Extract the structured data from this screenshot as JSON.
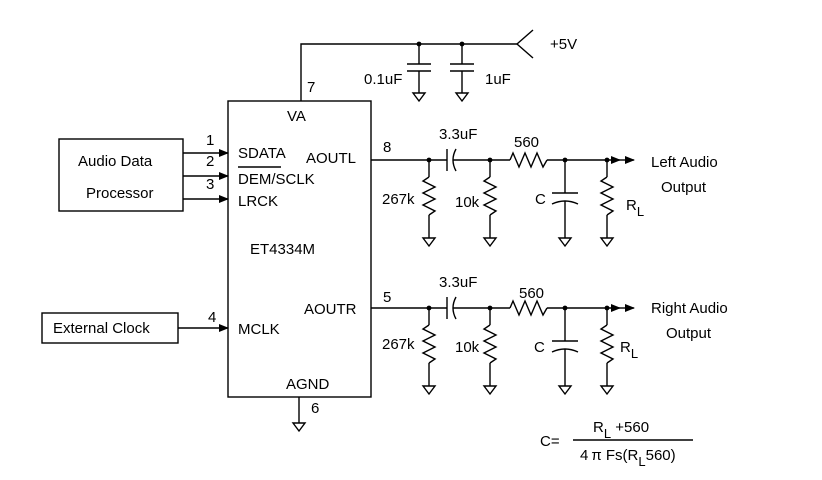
{
  "chip": {
    "name": "ET4334M",
    "pins": {
      "va": "VA",
      "sdata": "SDATA",
      "dem_sclk": "DEM/SCLK",
      "lrck": "LRCK",
      "mclk": "MCLK",
      "aoutl": "AOUTL",
      "aoutr": "AOUTR",
      "agnd": "AGND"
    },
    "pin_numbers": {
      "va": "7",
      "sdata": "1",
      "dem_sclk": "2",
      "lrck": "3",
      "mclk": "4",
      "aoutl": "8",
      "aoutr": "5",
      "agnd": "6"
    }
  },
  "blocks": {
    "audio_processor_line1": "Audio Data",
    "audio_processor_line2": "Processor",
    "external_clock": "External Clock"
  },
  "supply": {
    "label": "+5V",
    "cap1": "0.1uF",
    "cap2": "1uF"
  },
  "left_channel": {
    "coupling_cap": "3.3uF",
    "series_res": "560",
    "shunt_res1": "267k",
    "shunt_res2": "10k",
    "filter_cap": "C",
    "load_R": "R",
    "load_sub": "L",
    "output_line1": "Left Audio",
    "output_line2": "Output"
  },
  "right_channel": {
    "coupling_cap": "3.3uF",
    "series_res": "560",
    "shunt_res1": "267k",
    "shunt_res2": "10k",
    "filter_cap": "C",
    "load_R": "R",
    "load_sub": "L",
    "output_line1": "Right Audio",
    "output_line2": "Output"
  },
  "formula": {
    "lhs": "C=",
    "num_R": "R",
    "num_sub": "L",
    "num_rest": " +560",
    "den_prefix": "4",
    "den_pi": "π",
    "den_mid": " Fs(R",
    "den_sub": "L",
    "den_end": "560)"
  }
}
